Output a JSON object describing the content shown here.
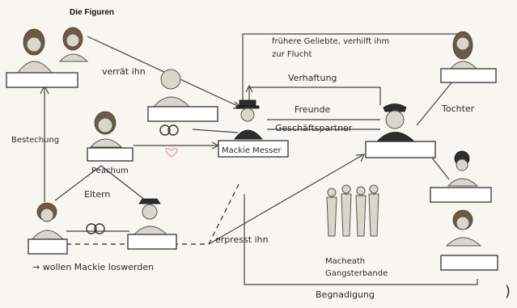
{
  "title": "Die Figuren",
  "labels": {
    "verraet": "verrät ihn",
    "fruehere_1": "frühere Geliebte, verhilft ihm",
    "fruehere_2": "zur Flucht",
    "verhaftung": "Verhaftung",
    "freunde": "Freunde",
    "geschaeftspartner": "Geschäftspartner",
    "tochter": "Tochter",
    "bestechung": "Bestechung",
    "peachum": "Peachum",
    "eltern": "Eltern",
    "mackie": "Mackie Messer",
    "erpresst": "erpresst ihn",
    "wollen": "→ wollen Mackie loswerden",
    "gang_1": "Macheath",
    "gang_2": "Gangsterbande",
    "begnadigung": "Begnadigung",
    "paren": ")"
  },
  "boxes": [
    {
      "name": "box-lady",
      "empty": true
    },
    {
      "name": "box-betrayer",
      "empty": true
    },
    {
      "name": "box-peachum-daughter",
      "empty": true
    },
    {
      "name": "box-mackie",
      "empty": false
    },
    {
      "name": "box-police",
      "empty": true
    },
    {
      "name": "box-mother",
      "empty": true
    },
    {
      "name": "box-father",
      "empty": true
    },
    {
      "name": "box-right-woman",
      "empty": true
    },
    {
      "name": "box-right-man",
      "empty": true
    },
    {
      "name": "box-right-lower-woman",
      "empty": true
    }
  ],
  "icons": {
    "rings": "wedding-rings-icon",
    "heart": "heart-icon"
  }
}
